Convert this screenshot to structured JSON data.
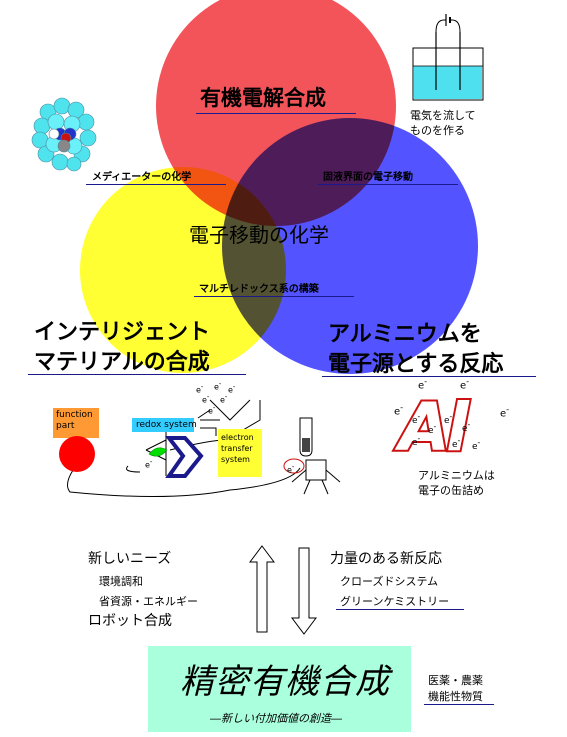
{
  "venn": {
    "top": "有機電解合成",
    "center": "電子移動の化学",
    "overlap_top_left": "メディエーターの化学",
    "overlap_top_right": "固液界面の電子移動",
    "overlap_bottom": "マルチレドックス系の構築",
    "left_line1": "インテリジェント",
    "left_line2": "マテリアルの合成",
    "right_line1": "アルミニウムを",
    "right_line2": "電子源とする反応",
    "colors": {
      "red": "#f2545a",
      "yellow": "#ffff33",
      "blue": "#4a4aff"
    }
  },
  "electrolysis": {
    "caption_line1": "電気を流して",
    "caption_line2": "ものを作る"
  },
  "machine": {
    "function_part": [
      "function",
      "part"
    ],
    "redox_system": "redox system",
    "electron_transfer": [
      "electron",
      "transfer",
      "system"
    ],
    "electron_symbol": "e",
    "electron_sup": "-"
  },
  "aluminum": {
    "symbol": "Al",
    "caption_line1": "アルミニウムは",
    "caption_line2": "電子の缶詰め"
  },
  "needs": {
    "title": "新しいニーズ",
    "items": [
      "環境調和",
      "省資源・エネルギー"
    ],
    "footer": "ロボット合成"
  },
  "reactions": {
    "title": "力量のある新反応",
    "items": [
      "クローズドシステム",
      "グリーンケミストリー"
    ]
  },
  "synthesis": {
    "title": "精密有機合成",
    "subtitle": "―新しい付加価値の創造―",
    "side_line1": "医薬・農薬",
    "side_line2": "機能性物質"
  }
}
